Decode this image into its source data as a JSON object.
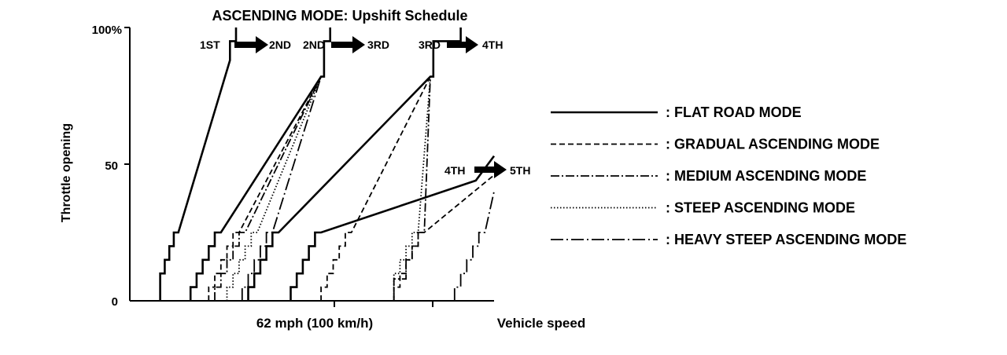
{
  "chart_data": {
    "type": "line",
    "title": "ASCENDING MODE: Upshift Schedule",
    "ylabel": "Throttle opening",
    "xlabel": "Vehicle speed",
    "xtick_label": "62 mph (100 km/h)",
    "yticks": [
      "0",
      "50",
      "100%"
    ],
    "xlim": [
      0,
      120
    ],
    "ylim": [
      0,
      100
    ],
    "grid": false,
    "legend_position": "right",
    "shift_labels": [
      {
        "from": "1ST",
        "to": "2ND"
      },
      {
        "from": "2ND",
        "to": "3RD"
      },
      {
        "from": "3RD",
        "to": "4TH"
      },
      {
        "from": "4TH",
        "to": "5TH"
      }
    ],
    "series": [
      {
        "name": "FLAT ROAD MODE",
        "style": "solid",
        "lines": [
          [
            [
              10,
              0
            ],
            [
              10,
              10
            ],
            [
              11.5,
              10
            ],
            [
              11.5,
              15
            ],
            [
              13,
              15
            ],
            [
              13,
              20
            ],
            [
              14.5,
              20
            ],
            [
              14.5,
              25
            ],
            [
              16,
              25
            ],
            [
              33,
              88
            ],
            [
              33,
              95
            ],
            [
              35,
              95
            ],
            [
              35,
              100
            ]
          ],
          [
            [
              20,
              0
            ],
            [
              20,
              5
            ],
            [
              22,
              5
            ],
            [
              22,
              10
            ],
            [
              24,
              10
            ],
            [
              24,
              15
            ],
            [
              26,
              15
            ],
            [
              26,
              20
            ],
            [
              28,
              20
            ],
            [
              28,
              25
            ],
            [
              30,
              25
            ],
            [
              63,
              82
            ],
            [
              64,
              82
            ],
            [
              64,
              95
            ],
            [
              66,
              95
            ],
            [
              66,
              100
            ]
          ],
          [
            [
              39,
              0
            ],
            [
              39,
              5
            ],
            [
              41,
              5
            ],
            [
              41,
              10
            ],
            [
              43,
              10
            ],
            [
              43,
              15
            ],
            [
              45,
              15
            ],
            [
              45,
              20
            ],
            [
              47,
              20
            ],
            [
              47,
              25
            ],
            [
              49,
              25
            ],
            [
              99,
              82
            ],
            [
              100,
              82
            ],
            [
              100,
              95
            ],
            [
              109,
              95
            ],
            [
              109,
              100
            ]
          ],
          [
            [
              53,
              0
            ],
            [
              53,
              5
            ],
            [
              55,
              5
            ],
            [
              55,
              10
            ],
            [
              57,
              10
            ],
            [
              57,
              15
            ],
            [
              59,
              15
            ],
            [
              59,
              20
            ],
            [
              61,
              20
            ],
            [
              61,
              25
            ],
            [
              63,
              25
            ],
            [
              114,
              44
            ],
            [
              120,
              53
            ]
          ]
        ]
      },
      {
        "name": "GRADUAL ASCENDING MODE",
        "style": "dashed",
        "lines": [
          [
            [
              26,
              0
            ],
            [
              26,
              5
            ],
            [
              28,
              5
            ],
            [
              28,
              10
            ],
            [
              30,
              10
            ],
            [
              30,
              15
            ],
            [
              32,
              15
            ],
            [
              32,
              20
            ],
            [
              34,
              20
            ],
            [
              34,
              25
            ],
            [
              36,
              25
            ],
            [
              63,
              82
            ]
          ],
          [
            [
              63,
              0
            ],
            [
              63,
              5
            ],
            [
              65,
              5
            ],
            [
              65,
              10
            ],
            [
              67,
              10
            ],
            [
              67,
              15
            ],
            [
              69,
              15
            ],
            [
              69,
              20
            ],
            [
              71,
              20
            ],
            [
              71,
              25
            ],
            [
              73,
              25
            ],
            [
              99,
              82
            ]
          ],
          [
            [
              87,
              0
            ],
            [
              87,
              5
            ],
            [
              89,
              5
            ],
            [
              89,
              10
            ],
            [
              91,
              10
            ],
            [
              91,
              15
            ],
            [
              93,
              15
            ],
            [
              93,
              20
            ],
            [
              95,
              20
            ],
            [
              95,
              25
            ],
            [
              97,
              25
            ],
            [
              120,
              46
            ]
          ]
        ]
      },
      {
        "name": "MEDIUM ASCENDING MODE",
        "style": "dashdot",
        "lines": [
          [
            [
              28,
              0
            ],
            [
              28,
              5
            ],
            [
              30,
              5
            ],
            [
              30,
              10
            ],
            [
              32,
              10
            ],
            [
              32,
              15
            ],
            [
              34,
              15
            ],
            [
              34,
              20
            ],
            [
              36,
              20
            ],
            [
              36,
              25
            ],
            [
              38,
              25
            ],
            [
              63,
              82
            ]
          ],
          [
            [
              87,
              0
            ],
            [
              87,
              8
            ],
            [
              91,
              8
            ],
            [
              91,
              15
            ],
            [
              93,
              15
            ],
            [
              93,
              20
            ],
            [
              95,
              20
            ],
            [
              95,
              25
            ],
            [
              97,
              25
            ],
            [
              99,
              82
            ]
          ]
        ]
      },
      {
        "name": "STEEP ASCENDING MODE",
        "style": "dotted",
        "lines": [
          [
            [
              32,
              0
            ],
            [
              32,
              5
            ],
            [
              34,
              5
            ],
            [
              34,
              10
            ],
            [
              36,
              10
            ],
            [
              36,
              15
            ],
            [
              38,
              15
            ],
            [
              38,
              20
            ],
            [
              40,
              20
            ],
            [
              40,
              25
            ],
            [
              42,
              25
            ],
            [
              63,
              82
            ]
          ],
          [
            [
              87,
              0
            ],
            [
              87,
              10
            ],
            [
              89,
              10
            ],
            [
              89,
              15
            ],
            [
              91,
              15
            ],
            [
              91,
              20
            ],
            [
              93,
              20
            ],
            [
              93,
              25
            ],
            [
              95,
              25
            ],
            [
              99,
              82
            ]
          ]
        ]
      },
      {
        "name": "HEAVY STEEP ASCENDING MODE",
        "style": "dashdotlong",
        "lines": [
          [
            [
              37,
              0
            ],
            [
              37,
              5
            ],
            [
              39,
              5
            ],
            [
              39,
              10
            ],
            [
              41,
              10
            ],
            [
              41,
              15
            ],
            [
              43,
              15
            ],
            [
              43,
              20
            ],
            [
              45,
              20
            ],
            [
              45,
              25
            ],
            [
              47,
              25
            ],
            [
              63,
              82
            ]
          ],
          [
            [
              107,
              0
            ],
            [
              107,
              5
            ],
            [
              109,
              5
            ],
            [
              109,
              10
            ],
            [
              111,
              10
            ],
            [
              111,
              15
            ],
            [
              113,
              15
            ],
            [
              113,
              20
            ],
            [
              115,
              20
            ],
            [
              115,
              25
            ],
            [
              117,
              25
            ],
            [
              120,
              40
            ]
          ]
        ]
      }
    ]
  }
}
